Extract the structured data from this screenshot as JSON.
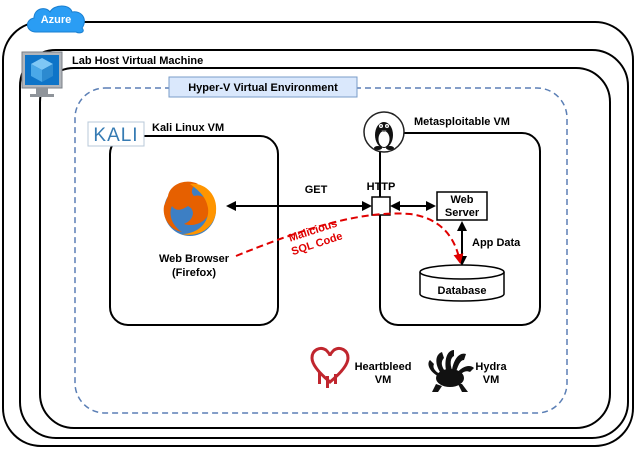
{
  "azure": {
    "badge": "Azure"
  },
  "lab_host": {
    "label": "Lab Host Virtual Machine"
  },
  "hyperv": {
    "label": "Hyper-V Virtual Environment"
  },
  "kali": {
    "logo_text": "KALI",
    "label": "Kali Linux VM",
    "browser_line1": "Web Browser",
    "browser_line2": "(Firefox)",
    "icon": "firefox-icon"
  },
  "metasploitable": {
    "label": "Metasploitable VM",
    "icon": "linux-tux-icon",
    "http_label": "HTTP",
    "web_server_line1": "Web",
    "web_server_line2": "Server",
    "app_data_label": "App Data",
    "database_label": "Database"
  },
  "connections": {
    "get_label": "GET",
    "malicious_line1": "Malicious",
    "malicious_line2": "SQL Code"
  },
  "other_vms": {
    "heartbleed_line1": "Heartbleed",
    "heartbleed_line2": "VM",
    "hydra_line1": "Hydra",
    "hydra_line2": "VM"
  },
  "colors": {
    "azure_blue": "#2a9df4",
    "hyperv_dash": "#5b7fb5",
    "hyperv_label_bg": "#dae8fc",
    "attack_red": "#e00000",
    "heartbleed_red": "#c0262e",
    "firefox_orange": "#e66000",
    "kali_blue": "#367bb3"
  }
}
